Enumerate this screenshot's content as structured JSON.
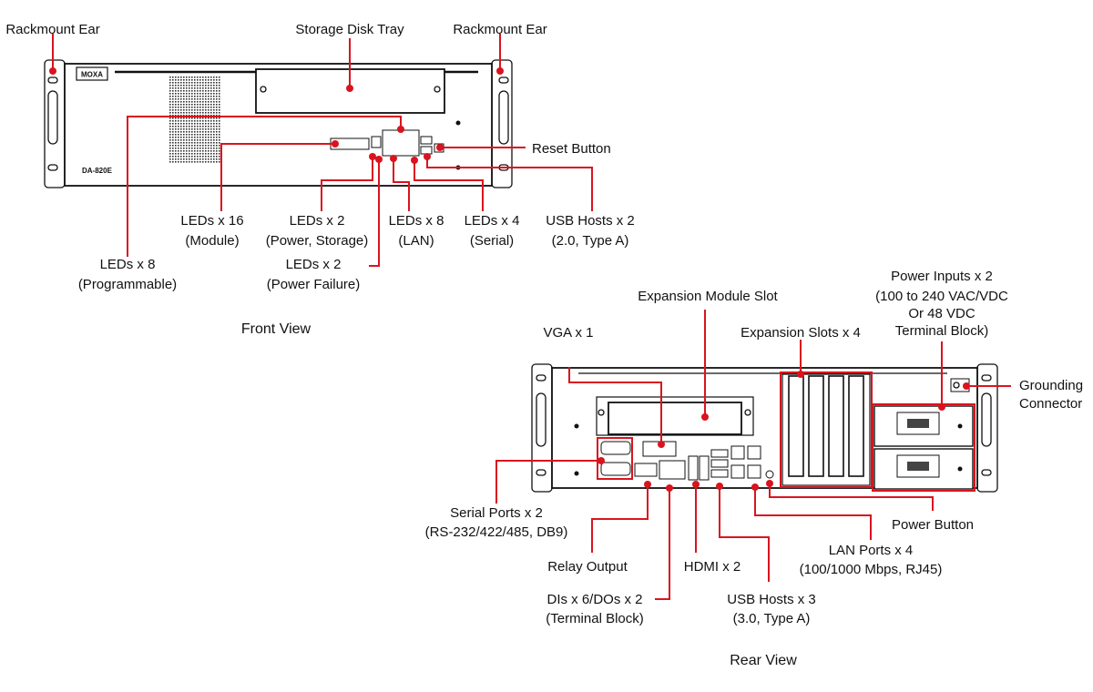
{
  "colors": {
    "callout": "#d9141e",
    "hardware": "#111111",
    "background": "#ffffff"
  },
  "brand": {
    "logo_text": "MOXA",
    "model": "DA-820E"
  },
  "front_view": {
    "title": "Front View",
    "labels": {
      "rackmount_ear_left": "Rackmount Ear",
      "storage_disk_tray": "Storage Disk Tray",
      "rackmount_ear_right": "Rackmount Ear",
      "reset_button": "Reset Button",
      "leds_module": [
        "LEDs x 16",
        "(Module)"
      ],
      "leds_power_storage": [
        "LEDs x 2",
        "(Power, Storage)"
      ],
      "leds_lan": [
        "LEDs x 8",
        "(LAN)"
      ],
      "leds_serial": [
        "LEDs x 4",
        "(Serial)"
      ],
      "usb_hosts_front": [
        "USB Hosts x 2",
        "(2.0, Type A)"
      ],
      "leds_programmable": [
        "LEDs x 8",
        "(Programmable)"
      ],
      "leds_power_failure": [
        "LEDs x 2",
        "(Power Failure)"
      ]
    }
  },
  "rear_view": {
    "title": "Rear View",
    "labels": {
      "power_inputs": [
        "Power Inputs x 2",
        "(100 to 240 VAC/VDC",
        "Or 48 VDC",
        "Terminal Block)"
      ],
      "expansion_module_slot": "Expansion Module Slot",
      "vga": "VGA x 1",
      "expansion_slots": "Expansion Slots x 4",
      "grounding_connector": [
        "Grounding",
        "Connector"
      ],
      "serial_ports": [
        "Serial Ports x 2",
        "(RS-232/422/485, DB9)"
      ],
      "power_button": "Power Button",
      "lan_ports": [
        "LAN Ports x 4",
        "(100/1000 Mbps, RJ45)"
      ],
      "relay_output": "Relay Output",
      "hdmi": "HDMI x 2",
      "dio": [
        "DIs x 6/DOs x 2",
        "(Terminal Block)"
      ],
      "usb_hosts_rear": [
        "USB Hosts x 3",
        "(3.0, Type A)"
      ]
    }
  }
}
